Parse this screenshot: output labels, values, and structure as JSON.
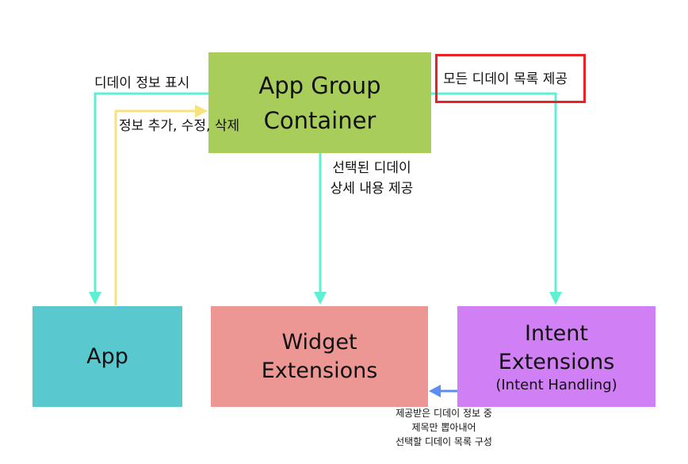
{
  "nodes": {
    "app_group_container": {
      "line1": "App Group",
      "line2": "Container",
      "color": "#a9cd5b"
    },
    "app": {
      "label": "App",
      "color": "#59c8cf"
    },
    "widget_extensions": {
      "line1": "Widget",
      "line2": "Extensions",
      "color": "#ed9794"
    },
    "intent_extensions": {
      "line1": "Intent",
      "line2": "Extensions",
      "sub": "(Intent Handling)",
      "color": "#d07ff4"
    }
  },
  "edges": {
    "show_dday_info": "디데이 정보 표시",
    "add_edit_delete": "정보 추가, 수정, 삭제",
    "selected_dday_line1": "선택된 디데이",
    "selected_dday_line2": "상세 내용 제공",
    "all_dday_list": "모든 디데이 목록 제공",
    "intent_to_widget_line1": "제공받은 디데이 정보 중",
    "intent_to_widget_line2": "제목만 뽑아내어",
    "intent_to_widget_line3": "선택할 디데이 목록 구성"
  },
  "colors": {
    "teal_arrow": "#5ef0d2",
    "yellow_arrow": "#f7e27c",
    "blue_arrow": "#5b8ef0",
    "highlight_border": "#e82226"
  }
}
